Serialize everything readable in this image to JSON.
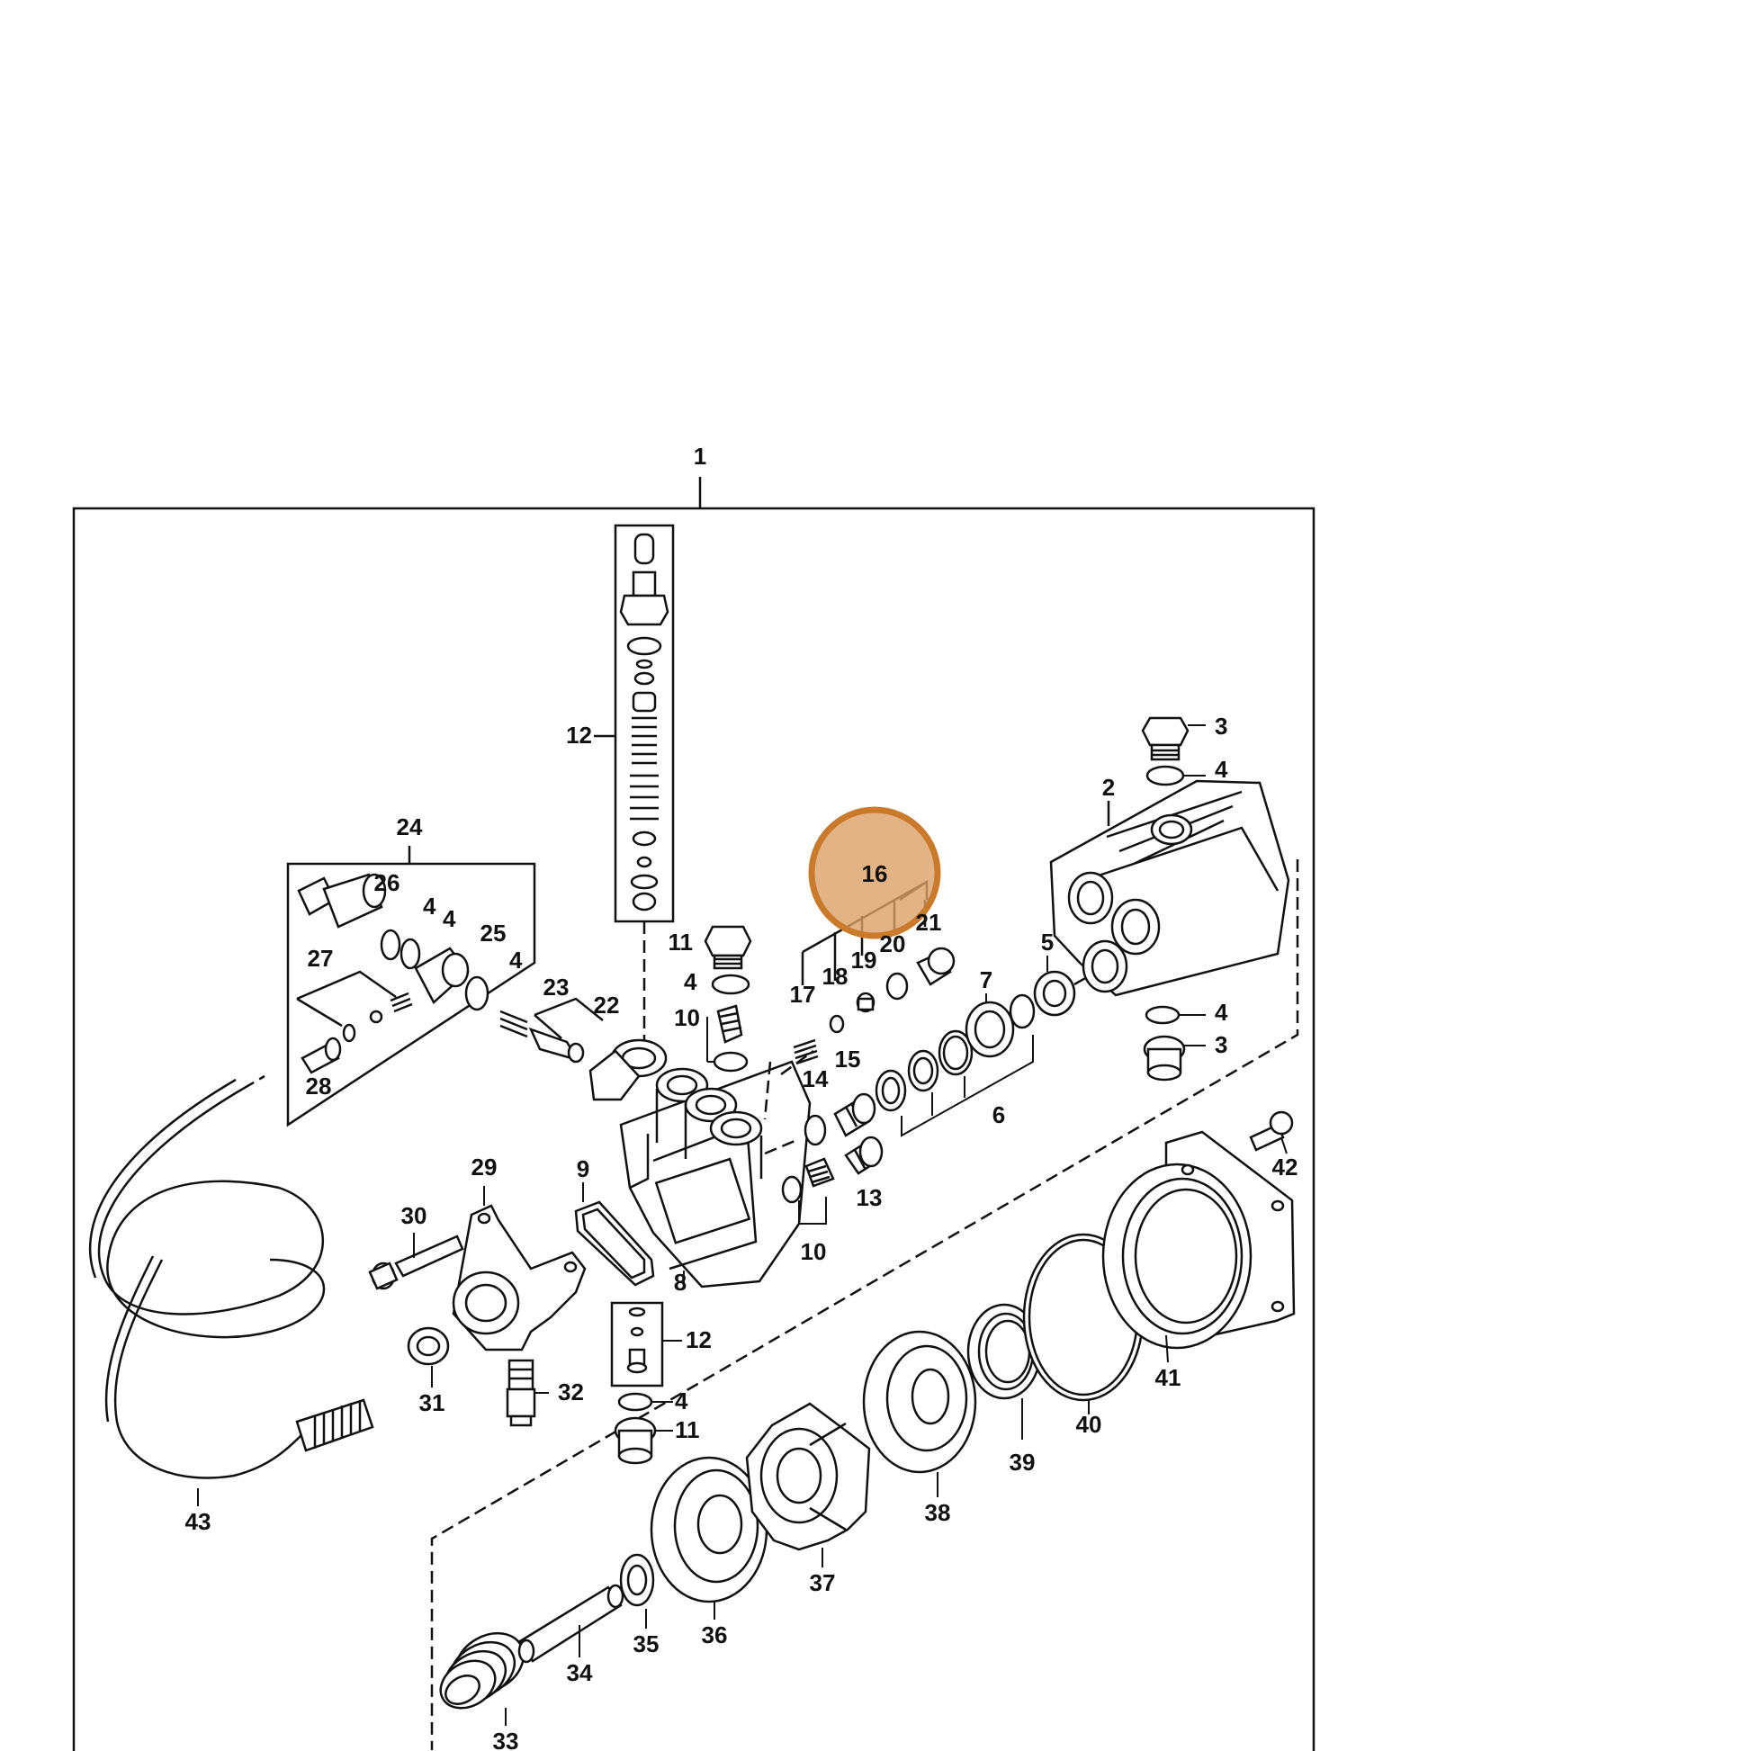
{
  "diagram": {
    "highlight_color": "#d9a066",
    "highlight_stroke": "#c97a2b",
    "highlighted_callout": "16",
    "callouts": [
      {
        "id": "c1",
        "label": "1"
      },
      {
        "id": "c2",
        "label": "2"
      },
      {
        "id": "c3a",
        "label": "3"
      },
      {
        "id": "c3b",
        "label": "3"
      },
      {
        "id": "c4a",
        "label": "4"
      },
      {
        "id": "c4b",
        "label": "4"
      },
      {
        "id": "c4c",
        "label": "4"
      },
      {
        "id": "c4d",
        "label": "4"
      },
      {
        "id": "c4e",
        "label": "4"
      },
      {
        "id": "c4f",
        "label": "4"
      },
      {
        "id": "c4g",
        "label": "4"
      },
      {
        "id": "c5",
        "label": "5"
      },
      {
        "id": "c6",
        "label": "6"
      },
      {
        "id": "c7",
        "label": "7"
      },
      {
        "id": "c8",
        "label": "8"
      },
      {
        "id": "c9",
        "label": "9"
      },
      {
        "id": "c10a",
        "label": "10"
      },
      {
        "id": "c10b",
        "label": "10"
      },
      {
        "id": "c11a",
        "label": "11"
      },
      {
        "id": "c11b",
        "label": "11"
      },
      {
        "id": "c12a",
        "label": "12"
      },
      {
        "id": "c12b",
        "label": "12"
      },
      {
        "id": "c13",
        "label": "13"
      },
      {
        "id": "c14",
        "label": "14"
      },
      {
        "id": "c15",
        "label": "15"
      },
      {
        "id": "c16",
        "label": "16"
      },
      {
        "id": "c17",
        "label": "17"
      },
      {
        "id": "c18",
        "label": "18"
      },
      {
        "id": "c19",
        "label": "19"
      },
      {
        "id": "c20",
        "label": "20"
      },
      {
        "id": "c21",
        "label": "21"
      },
      {
        "id": "c22",
        "label": "22"
      },
      {
        "id": "c23",
        "label": "23"
      },
      {
        "id": "c24",
        "label": "24"
      },
      {
        "id": "c25",
        "label": "25"
      },
      {
        "id": "c26",
        "label": "26"
      },
      {
        "id": "c27",
        "label": "27"
      },
      {
        "id": "c28",
        "label": "28"
      },
      {
        "id": "c29",
        "label": "29"
      },
      {
        "id": "c30",
        "label": "30"
      },
      {
        "id": "c31",
        "label": "31"
      },
      {
        "id": "c32",
        "label": "32"
      },
      {
        "id": "c33",
        "label": "33"
      },
      {
        "id": "c34",
        "label": "34"
      },
      {
        "id": "c35",
        "label": "35"
      },
      {
        "id": "c36",
        "label": "36"
      },
      {
        "id": "c37",
        "label": "37"
      },
      {
        "id": "c38",
        "label": "38"
      },
      {
        "id": "c39",
        "label": "39"
      },
      {
        "id": "c40",
        "label": "40"
      },
      {
        "id": "c41",
        "label": "41"
      },
      {
        "id": "c42",
        "label": "42"
      },
      {
        "id": "c43",
        "label": "43"
      }
    ]
  }
}
